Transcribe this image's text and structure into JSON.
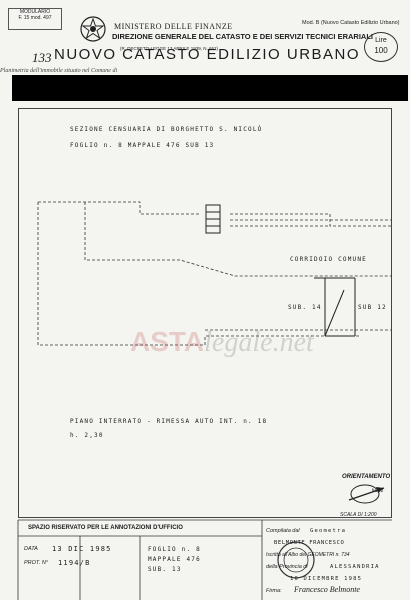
{
  "header": {
    "modulo_box": "MODULARIO\nF. 15 mod. 497",
    "ministry": "MINISTERO DELLE FINANZE",
    "direzione": "DIREZIONE GENERALE DEL CATASTO E DEI SERVIZI TECNICI ERARIALI",
    "decreto": "(R. DECRETO-LEGGE 13 APRILE 1939, N. 652)",
    "mod_top": "Mod. B (Nuovo Catasto Edilizio Urbano)",
    "page_number": "133",
    "main_title": "NUOVO CATASTO EDILIZIO URBANO",
    "lire_label": "Lire",
    "lire_value": "100",
    "subline": "Planimetria dell'immobile situato nel Comune di"
  },
  "plan": {
    "sezione": "SEZIONE CENSUARIA DI BORGHETTO S. NICOLÒ",
    "foglio": "FOGLIO n. 8  MAPPALE 476  SUB 13",
    "corridoio": "CORRIDOIO COMUNE",
    "sub14": "SUB. 14",
    "sub12": "SUB 12",
    "piano": "PIANO INTERRATO - RIMESSA AUTO INT. n. 18",
    "altezza": "h. 2,30",
    "orientamento": "ORIENTAMENTO",
    "nord": "NORD",
    "scala": "SCALA DI 1:200"
  },
  "watermark": {
    "part1": "ASTA",
    "part2": "legale.net"
  },
  "footer": {
    "reserved_title": "SPAZIO RISERVATO PER LE ANNOTAZIONI D'UFFICIO",
    "data_label": "DATA",
    "data_value": "13 DIC 1985",
    "prot_label": "PROT. N°",
    "prot_value": "1194/B",
    "foglio": "FOGLIO n. 8",
    "mappale": "MAPPALE 476",
    "sub": "SUB. 13",
    "compilata_label": "Compilata dal",
    "compilata_value": "Geometra",
    "nome": "BELMONTE FRANCESCO",
    "iscritto": "Iscritto all'Albo dei GEOMETRI n. 734",
    "provincia_label": "della Provincia di",
    "provincia_value": "ALESSANDRIA",
    "data_comp": "10 DICEMBRE 1985",
    "firma_label": "Firma:",
    "firma_value": "Francesco Belmonte"
  }
}
